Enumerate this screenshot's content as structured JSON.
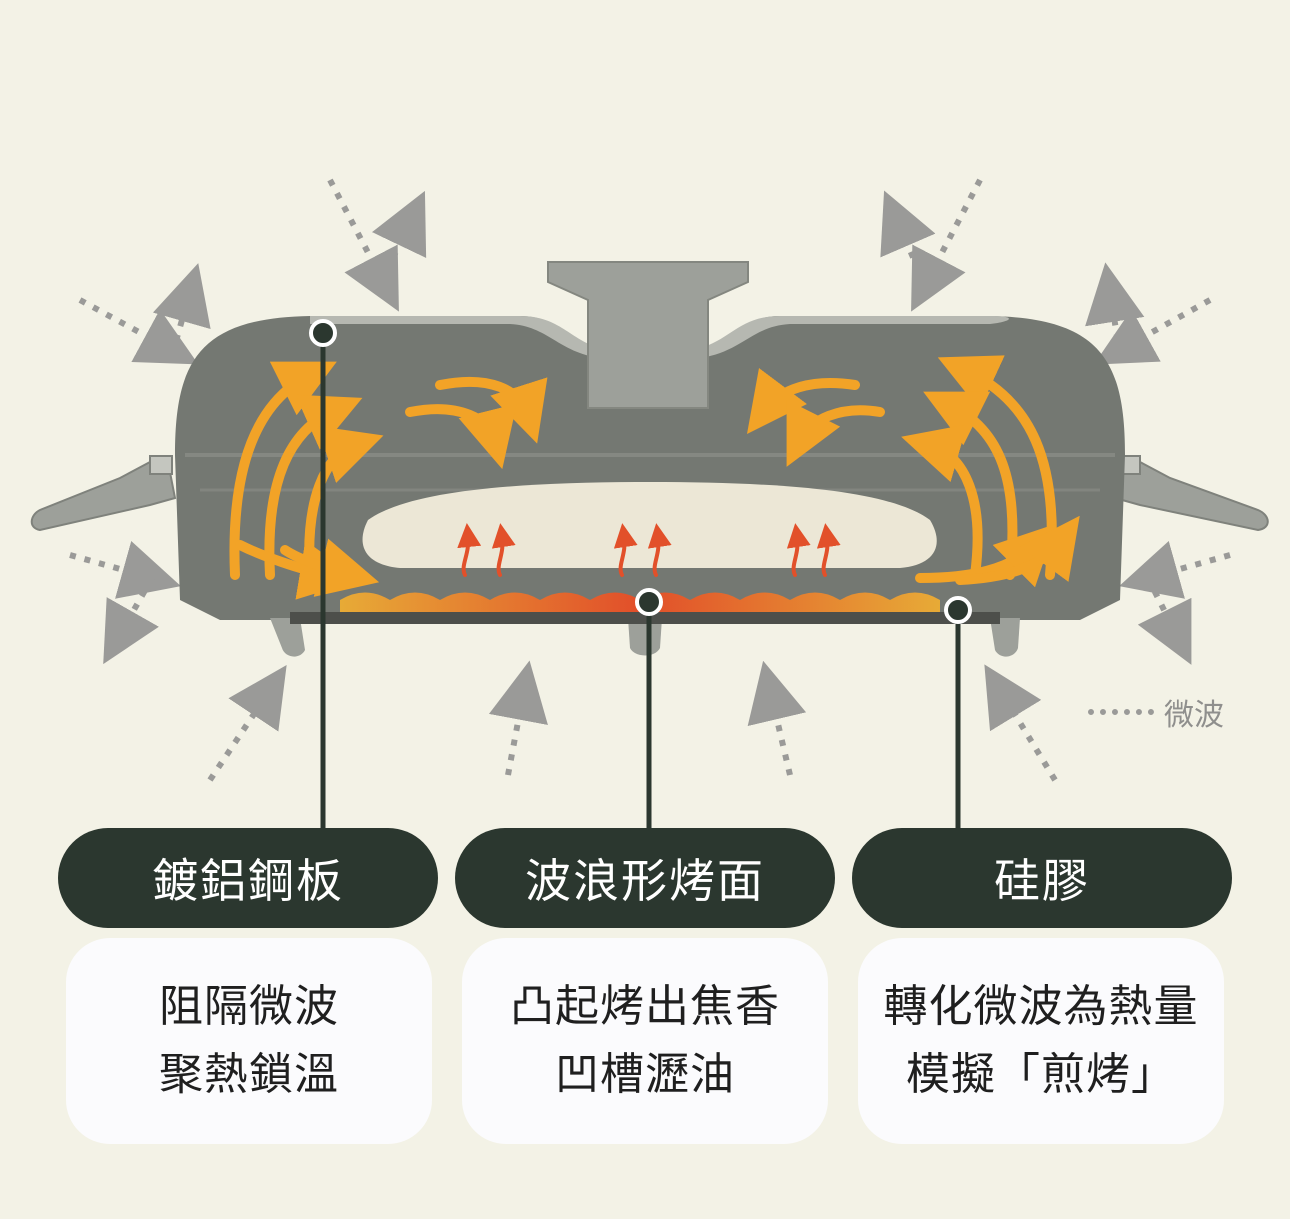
{
  "legend": {
    "icon": "dotted-line-icon",
    "label": "微波"
  },
  "colors": {
    "background": "#f3f2e6",
    "body": "#727670",
    "lid": "#9da09a",
    "heat_arrow": "#f2a327",
    "heat_glow": "#ef5a2a",
    "pill": "#2b372f",
    "card": "#fbfbfd"
  },
  "components": [
    {
      "name": "鍍鋁鋼板",
      "description": [
        "阻隔微波",
        "聚熱鎖溫"
      ]
    },
    {
      "name": "波浪形烤面",
      "description": [
        "凸起烤出焦香",
        "凹槽瀝油"
      ]
    },
    {
      "name": "硅膠",
      "description": [
        "轉化微波為熱量",
        "模擬「煎烤」"
      ]
    }
  ]
}
